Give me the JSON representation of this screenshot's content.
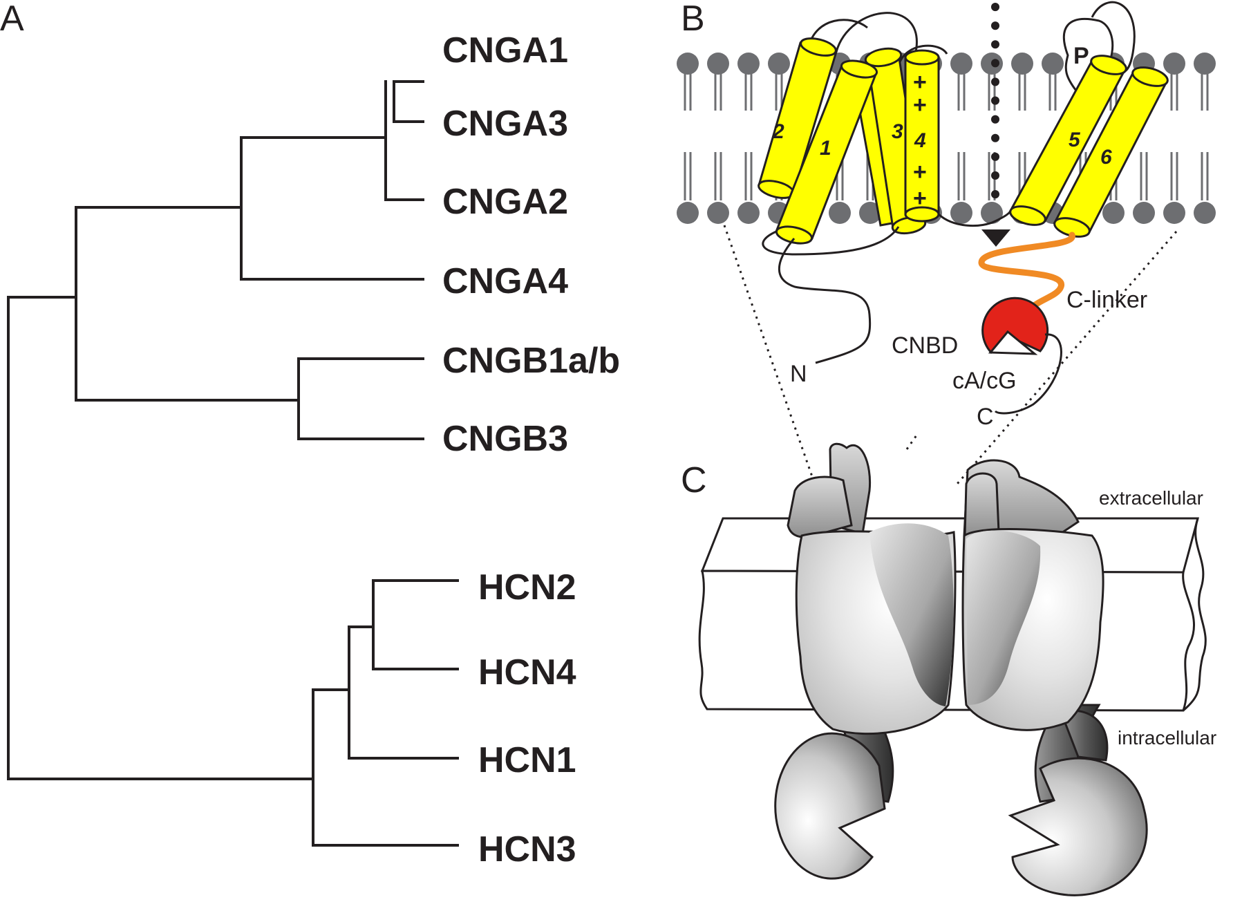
{
  "panels": {
    "a": "A",
    "b": "B",
    "c": "C"
  },
  "tree": {
    "cnga": [
      "CNGA1",
      "CNGA3",
      "CNGA2",
      "CNGA4"
    ],
    "cngb": [
      "CNGB1a/b",
      "CNGB3"
    ],
    "hcn": [
      "HCN2",
      "HCN4",
      "HCN1",
      "HCN3"
    ]
  },
  "topology": {
    "helices": [
      "2",
      "1",
      "3",
      "4",
      "5",
      "6"
    ],
    "charge_sign": "+",
    "pore_loop": "P",
    "n_terminus": "N",
    "c_terminus": "C",
    "c_linker": "C-linker",
    "cnbd": "CNBD",
    "ligand": "cA/cG"
  },
  "structure": {
    "extracellular": "extracellular",
    "intracellular": "intracellular"
  },
  "colors": {
    "helix": "#ffff00",
    "c_linker": "#f08a24",
    "cnbd": "#e2231a",
    "lipid_head": "#6d6e71",
    "line": "#231f20"
  }
}
